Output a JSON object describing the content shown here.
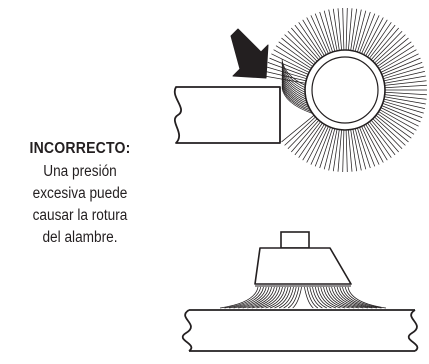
{
  "warning": {
    "heading": "INCORRECTO:",
    "lines": [
      "Una presión",
      "excesiva puede",
      "causar la rotura",
      "del alambre."
    ]
  },
  "colors": {
    "ink": "#231f20",
    "background": "#ffffff"
  },
  "icons": {
    "pressure": "arrow-down-right-icon"
  }
}
